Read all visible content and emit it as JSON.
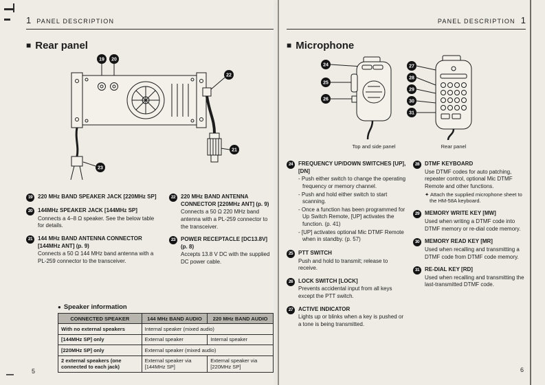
{
  "icons": {
    "section_marker": "■",
    "list_bullet": "●"
  },
  "page_left": {
    "header": {
      "chapter": "1",
      "title": "PANEL DESCRIPTION"
    },
    "section_title": "Rear panel",
    "page_number": "5",
    "items": [
      {
        "num": "19",
        "title": "220 MHz BAND SPEAKER JACK [220MHz SP]"
      },
      {
        "num": "20",
        "title": "144MHz SPEAKER JACK [144MHz SP]",
        "body": "Connects a 4–8 Ω speaker. See the below table for details."
      },
      {
        "num": "21",
        "title": "144 MHz BAND ANTENNA CONNECTOR [144MHz ANT] (p. 9)",
        "body": "Connects a 50 Ω 144 MHz band antenna with a PL-259 connector to the transceiver."
      },
      {
        "num": "22",
        "title": "220 MHz BAND ANTENNA CONNECTOR [220MHz ANT] (p. 9)",
        "body": "Connects a 50 Ω 220 MHz band antenna with a PL-259 connector to the transceiver."
      },
      {
        "num": "23",
        "title": "POWER RECEPTACLE [DC13.8V] (p. 8)",
        "body": "Accepts 13.8 V DC with the supplied DC power cable."
      }
    ],
    "speaker_info": {
      "title": "Speaker information",
      "headers": [
        "CONNECTED SPEAKER",
        "144 MHz BAND AUDIO",
        "220 MHz BAND AUDIO"
      ],
      "rows": [
        {
          "label": "With no external speakers",
          "cells": [
            "Internal speaker (mixed audio)"
          ]
        },
        {
          "label": "[144MHz SP] only",
          "cells": [
            "External speaker",
            "Internal speaker"
          ]
        },
        {
          "label": "[220MHz SP] only",
          "cells": [
            "External speaker (mixed audio)"
          ]
        },
        {
          "label": "2 external speakers (one connected to each jack)",
          "cells": [
            "External speaker via [144MHz SP]",
            "External speaker via [220MHz SP]"
          ]
        }
      ]
    }
  },
  "page_right": {
    "header": {
      "title": "PANEL DESCRIPTION",
      "chapter": "1"
    },
    "section_title": "Microphone",
    "page_number": "6",
    "captions": [
      "Top and side panel",
      "Rear panel"
    ],
    "items": [
      {
        "num": "24",
        "title": "FREQUENCY UP/DOWN SWITCHES [UP], [DN]",
        "bullets": [
          "- Push either switch to change the operating frequency or memory channel.",
          "- Push and hold either switch to start scanning.",
          "- Once a function has been programmed for Up Switch Remote, [UP] activates the function. (p. 41)",
          "- [UP] activates optional Mic DTMF Remote when in standby. (p. 57)"
        ]
      },
      {
        "num": "25",
        "title": "PTT SWITCH",
        "body": "Push and hold to transmit; release to receive."
      },
      {
        "num": "26",
        "title": "LOCK SWITCH [LOCK]",
        "body": "Prevents accidental input from all keys except the PTT switch."
      },
      {
        "num": "27",
        "title": "ACTIVE INDICATOR",
        "body": "Lights up or blinks when a key is pushed or a tone is being transmitted."
      },
      {
        "num": "28",
        "title": "DTMF KEYBOARD",
        "body": "Use DTMF codes for auto patching, repeater control, optional Mic DTMF Remote and other functions.",
        "note": "✦ Attach the supplied microphone sheet to the HM-58A keyboard."
      },
      {
        "num": "29",
        "title": "MEMORY WRITE KEY [MW]",
        "body": "Used when writing a DTMF code into DTMF memory or re-dial code memory."
      },
      {
        "num": "30",
        "title": "MEMORY READ KEY [MR]",
        "body": "Used when recalling and transmitting a DTMF code from DTMF code memory."
      },
      {
        "num": "31",
        "title": "RE-DIAL KEY [RD]",
        "body": "Used when recalling and transmitting the last-transmitted DTMF code."
      }
    ]
  }
}
